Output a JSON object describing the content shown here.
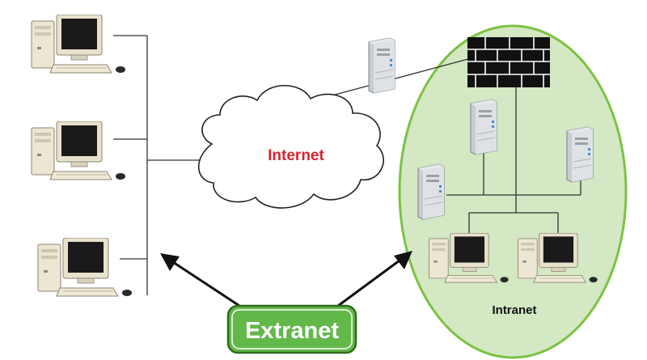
{
  "labels": {
    "internet": "Internet",
    "intranet": "Intranet",
    "extranet": "Extranet"
  },
  "colors": {
    "intranet_fill": "#d3e8c3",
    "intranet_border": "#7cc242",
    "extranet_fill": "#63b84a",
    "extranet_border": "#2e6b1d",
    "internet_text": "#d62530",
    "wire": "#333333",
    "arrow": "#111111"
  },
  "icons": {
    "desktop": "desktop-computer-icon",
    "server": "server-tower-icon",
    "firewall": "firewall-brick-wall-icon",
    "cloud": "cloud-icon"
  }
}
